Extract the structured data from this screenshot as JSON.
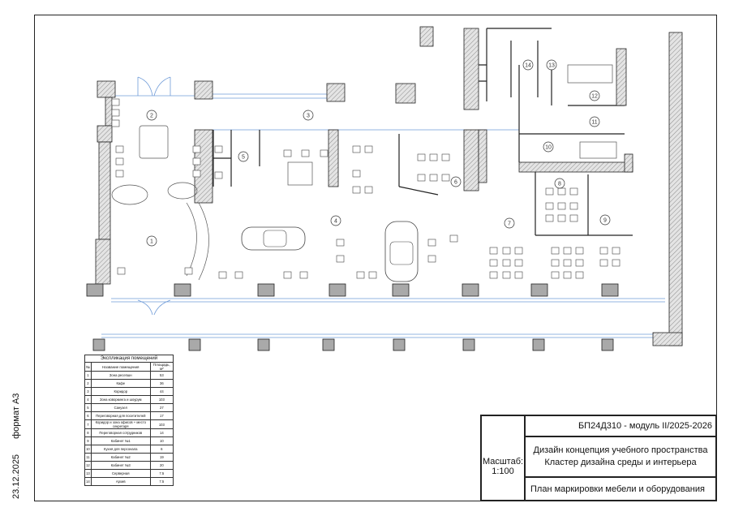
{
  "margin": {
    "date": "23.12.2025",
    "format": "формат А3"
  },
  "rooms": [
    "1",
    "2",
    "3",
    "4",
    "5",
    "6",
    "7",
    "8",
    "9",
    "10",
    "11",
    "12",
    "13",
    "14"
  ],
  "legend": {
    "title": "Экспликация помещений",
    "headers": [
      "№",
      "Название помещения",
      "Площадь, м²"
    ],
    "rows": [
      [
        "1",
        "Зона ресепшн",
        "53"
      ],
      [
        "2",
        "Кафе",
        "36"
      ],
      [
        "3",
        "Коридор",
        "44"
      ],
      [
        "4",
        "Зона коворкинга и шоурум",
        "103"
      ],
      [
        "5",
        "Санузел",
        "27"
      ],
      [
        "6",
        "Переговорная для посетителей",
        "17"
      ],
      [
        "7",
        "Коридор и зона офисов + место секретаря",
        "103"
      ],
      [
        "8",
        "Переговорная сотрудников",
        "14"
      ],
      [
        "9",
        "Кабинет №1",
        "10"
      ],
      [
        "10",
        "Кухня для персонала",
        "6"
      ],
      [
        "11",
        "Кабинет №2",
        "19"
      ],
      [
        "12",
        "Кабинет №3",
        "20"
      ],
      [
        "13",
        "Серверная",
        "7.5"
      ],
      [
        "14",
        "Архив",
        "7.5"
      ]
    ]
  },
  "title_block": {
    "scale_label": "Масштаб:",
    "scale_value": "1:100",
    "code": "БП24Д310 - модуль II/2025-2026",
    "project_line1": "Дизайн концепция учебного пространства",
    "project_line2": "Кластер дизайна среды и интерьера",
    "sheet_title": "План маркировки мебели и оборудования"
  },
  "colors": {
    "wall_fill": "#d6d6d6",
    "column_fill": "#a9a9a9",
    "window": "#6f9bd8",
    "line": "#222222"
  }
}
